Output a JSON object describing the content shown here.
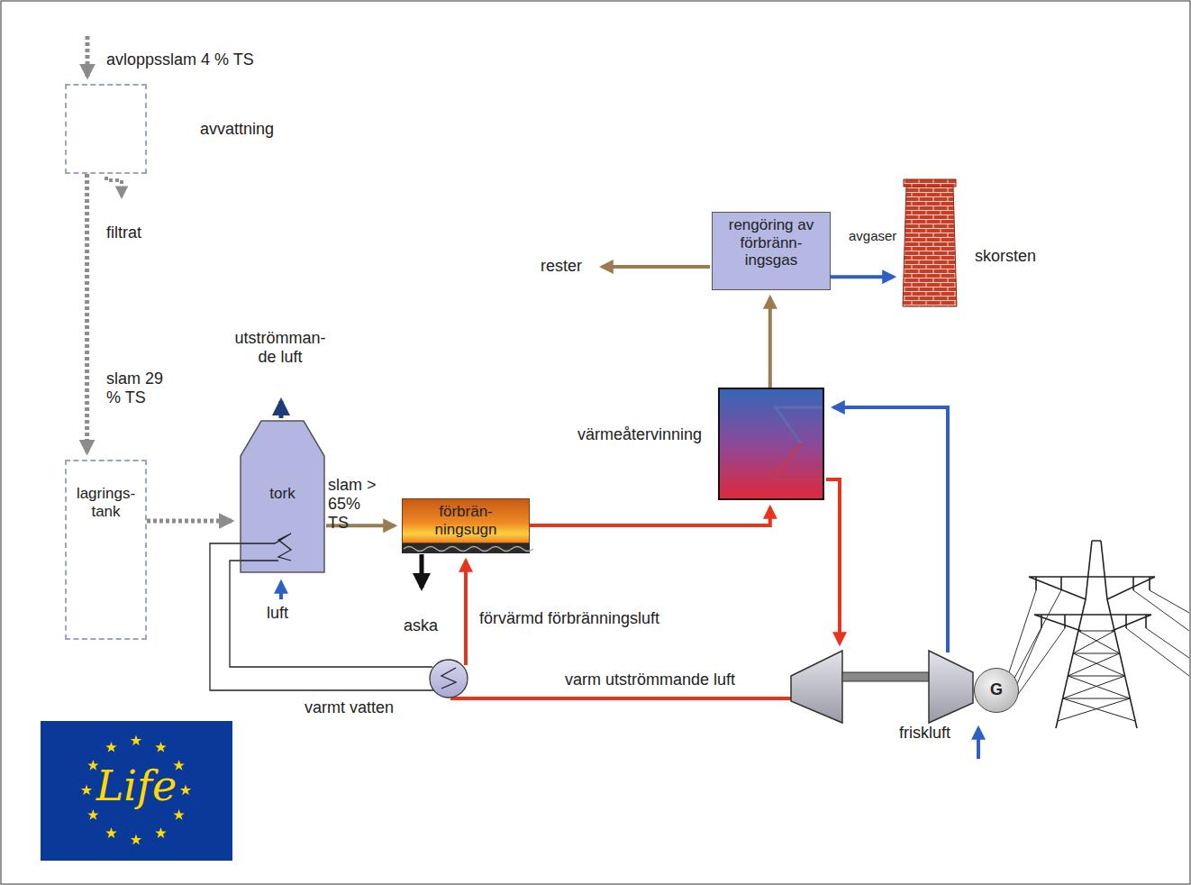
{
  "diagram": {
    "nodes": [
      {
        "text": [
          "avvattning"
        ]
      },
      {
        "text": [
          "lagrings- tank"
        ]
      },
      {
        "text": [
          "tork"
        ]
      },
      {
        "text": [
          "förbrän- ningsugn"
        ]
      },
      {
        "text": [
          "värmeåtervinning"
        ]
      },
      {
        "text": [
          "rengöring av förbränn- ingsgas"
        ]
      },
      {
        "text": [
          "skorsten"
        ]
      },
      {
        "text": [
          "G"
        ]
      }
    ],
    "edges": [
      {
        "from": 0,
        "to": 1,
        "arrow": "to",
        "label": "slam 29 % TS"
      },
      {
        "from": 1,
        "to": 2,
        "arrow": "to"
      },
      {
        "from": 2,
        "to": 3,
        "arrow": "to",
        "label": "slam > 65% TS"
      },
      {
        "from": 3,
        "to": 4,
        "arrow": "to"
      },
      {
        "from": 4,
        "to": 5,
        "arrow": "to"
      },
      {
        "from": 5,
        "to": 6,
        "arrow": "to",
        "label": "avgaser"
      }
    ],
    "labels": [
      "avloppsslam 4 % TS",
      "filtrat",
      "utströmman- de luft",
      "luft",
      "aska",
      "förvärmd förbränningsluft",
      "varmt vatten",
      "varm utströmmande luft",
      "friskluft",
      "rester",
      "Life"
    ]
  }
}
